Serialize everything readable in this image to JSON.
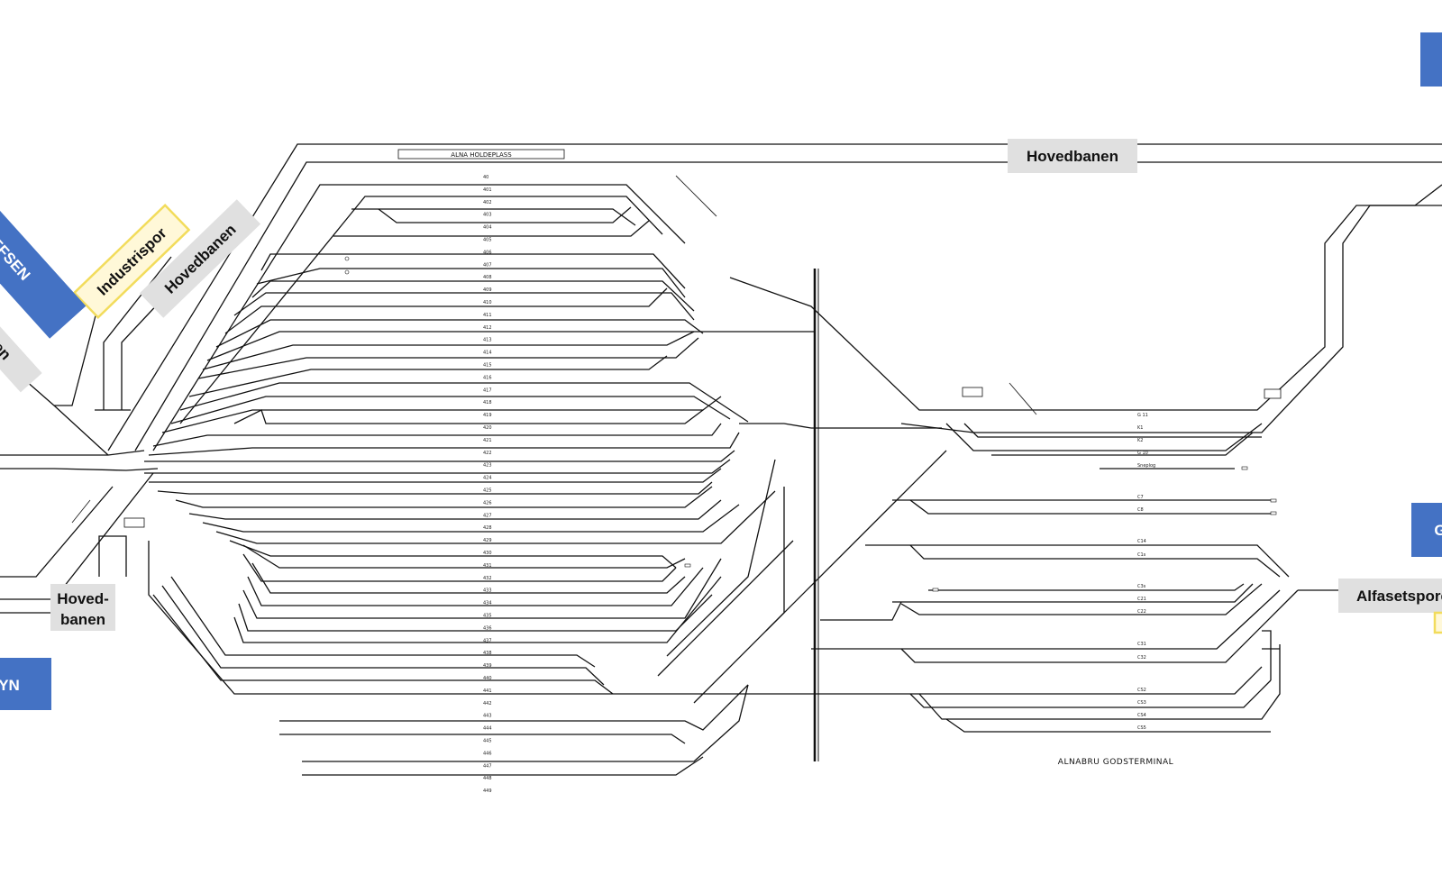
{
  "labels": {
    "hovedbanen_top": "Hovedbanen",
    "hovedbanen_diag": "Hovedbanen",
    "industrispor": "Industrispor",
    "hoved_banen_line1": "Hoved-",
    "hoved_banen_line2": "banen",
    "alfasetspore": "Alfasetspore",
    "blue_left_upper": "EFSEN",
    "blue_left_partial": "en",
    "blue_left_lower": "YN",
    "blue_right_mid": "G"
  },
  "plan": {
    "alna_holdeplass": "ALNA HOLDEPLASS",
    "alnabru_terminal": "ALNABRU GODSTERMINAL"
  },
  "track_labels_left": [
    "40",
    "401",
    "402",
    "403",
    "404",
    "405",
    "406",
    "407",
    "408",
    "409",
    "410",
    "411",
    "412",
    "413",
    "414",
    "415",
    "416",
    "417",
    "418",
    "419",
    "420",
    "421",
    "422",
    "423",
    "424",
    "425",
    "426",
    "427",
    "428",
    "429",
    "430",
    "431",
    "432",
    "433",
    "434",
    "435",
    "436",
    "437",
    "438",
    "439",
    "440",
    "441",
    "442",
    "443",
    "444",
    "445",
    "446",
    "447",
    "448",
    "449"
  ],
  "track_labels_right": [
    "G 11",
    "K1",
    "K2",
    "G 10",
    "Sneplog",
    "C7",
    "C8",
    "C14",
    "C1s",
    "C3s",
    "C21",
    "C22",
    "C31",
    "C32",
    "CS2",
    "CS3",
    "CS4",
    "CS5"
  ],
  "colors": {
    "blue": "#4472c4",
    "grey": "#e0e0e0",
    "yellow_fill": "#fff8d8",
    "yellow_border": "#f2dc5c"
  }
}
